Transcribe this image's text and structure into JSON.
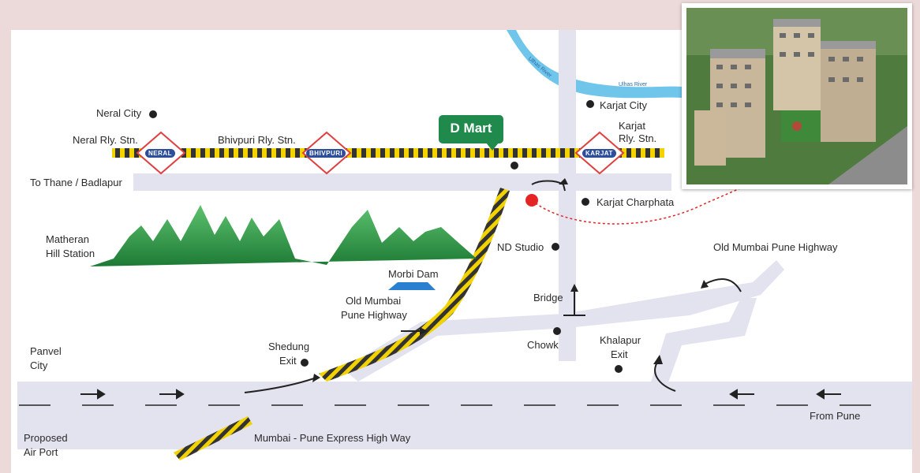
{
  "labels": {
    "neral_city": "Neral City",
    "neral_stn": "Neral Rly. Stn.",
    "bhivpuri_stn": "Bhivpuri Rly. Stn.",
    "karjat_city": "Karjat City",
    "karjat_stn_1": "Karjat",
    "karjat_stn_2": "Rly. Stn.",
    "to_thane": "To Thane / Badlapur",
    "karjat_charphata": "Karjat Charphata",
    "matheran_1": "Matheran",
    "matheran_2": "Hill Station",
    "nd_studio": "ND Studio",
    "old_highway_right": "Old Mumbai Pune Highway",
    "morbi_dam": "Morbi Dam",
    "old_highway_mid_1": "Old Mumbai",
    "old_highway_mid_2": "Pune Highway",
    "bridge": "Bridge",
    "chowk": "Chowk",
    "shedung_1": "Shedung",
    "shedung_2": "Exit",
    "khalapur_1": "Khalapur",
    "khalapur_2": "Exit",
    "panvel_1": "Panvel",
    "panvel_2": "City",
    "from_pune": "From Pune",
    "airport_1": "Proposed",
    "airport_2": "Air Port",
    "expressway": "Mumbai - Pune Express High Way",
    "river_1": "Ulhas River",
    "river_2": "Ulhas River"
  },
  "stations": {
    "neral": "NERAL",
    "bhivpuri": "BHIVPURI",
    "karjat": "KARJAT"
  },
  "dmart": {
    "logo": "D Mart"
  },
  "colors": {
    "road": "#e3e3f0",
    "rail": "#f2d300",
    "rail_dark": "#333333",
    "hill": "#2e9a45",
    "river": "#6fc6ea",
    "station_badge": "#2d4e9b",
    "dmart": "#1f8a4c",
    "project_marker": "#e52525"
  }
}
